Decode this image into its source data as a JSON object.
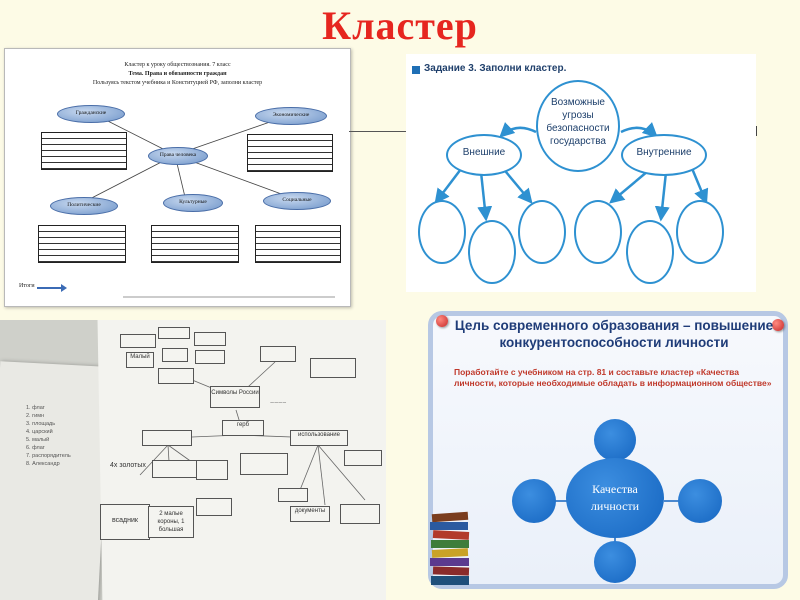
{
  "slide": {
    "title": "Кластер"
  },
  "worksheet": {
    "header_line1": "Кластер к уроку обществознания. 7 класс",
    "header_line2": "Тема. Права и обязанности граждан",
    "instruction": "Пользуясь текстом учебника и Конституцией РФ, заполни кластер",
    "center": "Права человека",
    "nodes": [
      "Гражданские",
      "Экономические",
      "Политические",
      "Культурные",
      "Социальные"
    ],
    "footer": "Итоги"
  },
  "task3": {
    "heading": "Задание 3. Заполни кластер.",
    "center": "Возможные угрозы безопасности государства",
    "left": "Внешние",
    "right": "Внутренние"
  },
  "sketch": {
    "center": "Символы России",
    "left_list": [
      "1. флаг",
      "2. гимн",
      "3. площадь",
      "4. царский",
      "5. малый",
      "6. флаг",
      "7. распорядитель",
      "8. Александр"
    ],
    "labels": {
      "gerb": "герб",
      "usage": "использование",
      "vsadnik": "всадник",
      "crowns": "2 малые короны, 1 большая",
      "documents": "документы",
      "malye": "Малый",
      "golds": "4х золотых"
    }
  },
  "goal": {
    "title": "Цель современного образования – повышение конкурентоспособности личности",
    "task": "Поработайте с учебником на стр. 81 и составьте кластер «Качества личности, которые необходимые обладать в информационном обществе»",
    "center": "Качества личности"
  }
}
